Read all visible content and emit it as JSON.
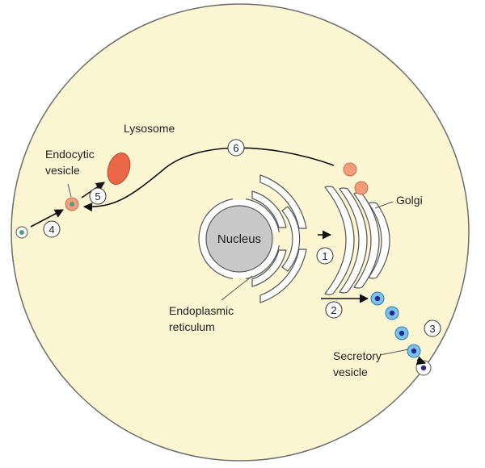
{
  "colors": {
    "cell_fill": "#fcf6d2",
    "cell_stroke": "#6e6e6e",
    "nucleus_fill": "#c8c8c8",
    "membrane_fill": "#ffffff",
    "lysosome": "#ea6848",
    "golgi_vesicle": "#f29c7c",
    "endocytic_vesicle": "#f0a080",
    "endocytic_cargo": "#4e9c82",
    "secretory_outer": "#79c4ea",
    "secretory_inner": "#2a2890",
    "arrow": "#111111"
  },
  "labels": {
    "nucleus": "Nucleus",
    "er_line1": "Endoplasmic",
    "er_line2": "reticulum",
    "golgi": "Golgi",
    "lysosome": "Lysosome",
    "endocytic_line1": "Endocytic",
    "endocytic_line2": "vesicle",
    "secretory_line1": "Secretory",
    "secretory_line2": "vesicle"
  },
  "steps": [
    "1",
    "2",
    "3",
    "4",
    "5",
    "6"
  ]
}
